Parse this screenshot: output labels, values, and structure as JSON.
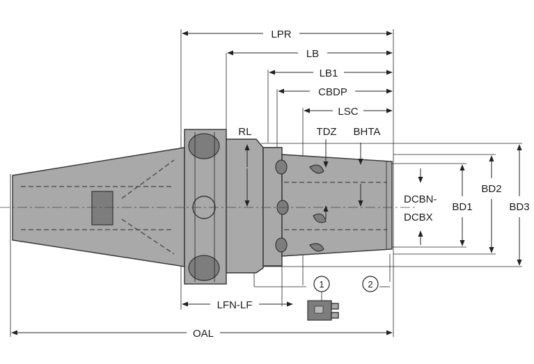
{
  "labels": {
    "lpr": "LPR",
    "lb": "LB",
    "lb1": "LB1",
    "cbdp": "CBDP",
    "lsc": "LSC",
    "rl": "RL",
    "tdz": "TDZ",
    "bhta": "BHTA",
    "dcbn": "DCBN-",
    "dcbx": "DCBX",
    "bd1": "BD1",
    "bd2": "BD2",
    "bd3": "BD3",
    "lfn_lf": "LFN-LF",
    "oal": "OAL",
    "callout_1": "1",
    "callout_2": "2"
  }
}
